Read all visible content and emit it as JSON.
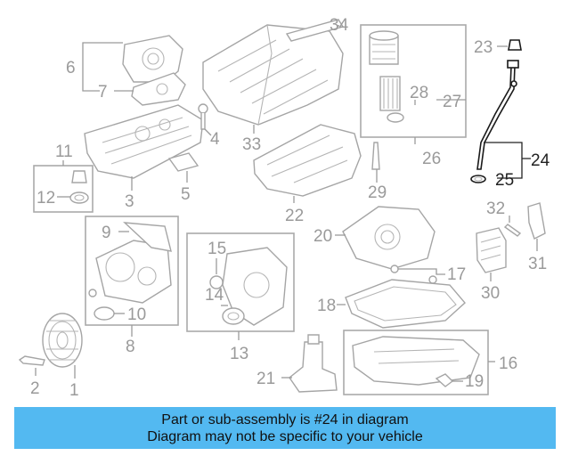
{
  "callouts": {
    "c1": "1",
    "c2": "2",
    "c3": "3",
    "c4": "4",
    "c5": "5",
    "c6": "6",
    "c7": "7",
    "c8": "8",
    "c9": "9",
    "c10": "10",
    "c11": "11",
    "c12": "12",
    "c13": "13",
    "c14": "14",
    "c15": "15",
    "c16": "16",
    "c17": "17",
    "c18": "18",
    "c19": "19",
    "c20": "20",
    "c21": "21",
    "c22": "22",
    "c23": "23",
    "c24": "24",
    "c25": "25",
    "c26": "26",
    "c27": "27",
    "c28": "28",
    "c29": "29",
    "c30": "30",
    "c31": "31",
    "c32": "32",
    "c33": "33",
    "c34": "34"
  },
  "highlighted_parts": [
    "24",
    "25"
  ],
  "colors": {
    "banner": "#53b9f1",
    "highlight": "#222222",
    "part_line": "#a5a5a5"
  },
  "banner": {
    "line1": "Part or sub-assembly is #24 in diagram",
    "line2": "Diagram may not be specific to your vehicle"
  }
}
